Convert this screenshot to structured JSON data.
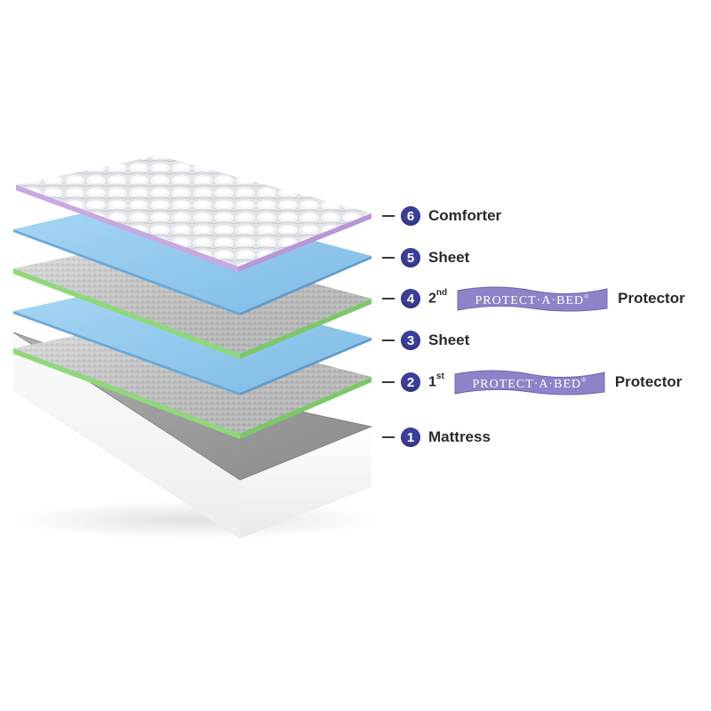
{
  "colors": {
    "badge": "#3b3f9a",
    "sheet": "#8fc8ec",
    "protector_edge": "#8ed87a",
    "comforter_edge": "#c7a8e0",
    "mattress_top": "#9a9a9a",
    "ribbon": "#8d83c8"
  },
  "brand": "PROTECT·A·BED",
  "brand_mark": "®",
  "layers": [
    {
      "number": "6",
      "name": "Comforter",
      "ordinal": "",
      "ordinal_suffix": "",
      "brand": false
    },
    {
      "number": "5",
      "name": "Sheet",
      "ordinal": "",
      "ordinal_suffix": "",
      "brand": false
    },
    {
      "number": "4",
      "name": "Protector",
      "ordinal": "2",
      "ordinal_suffix": "nd",
      "brand": true
    },
    {
      "number": "3",
      "name": "Sheet",
      "ordinal": "",
      "ordinal_suffix": "",
      "brand": false
    },
    {
      "number": "2",
      "name": "Protector",
      "ordinal": "1",
      "ordinal_suffix": "st",
      "brand": true
    },
    {
      "number": "1",
      "name": "Mattress",
      "ordinal": "",
      "ordinal_suffix": "",
      "brand": false
    }
  ]
}
